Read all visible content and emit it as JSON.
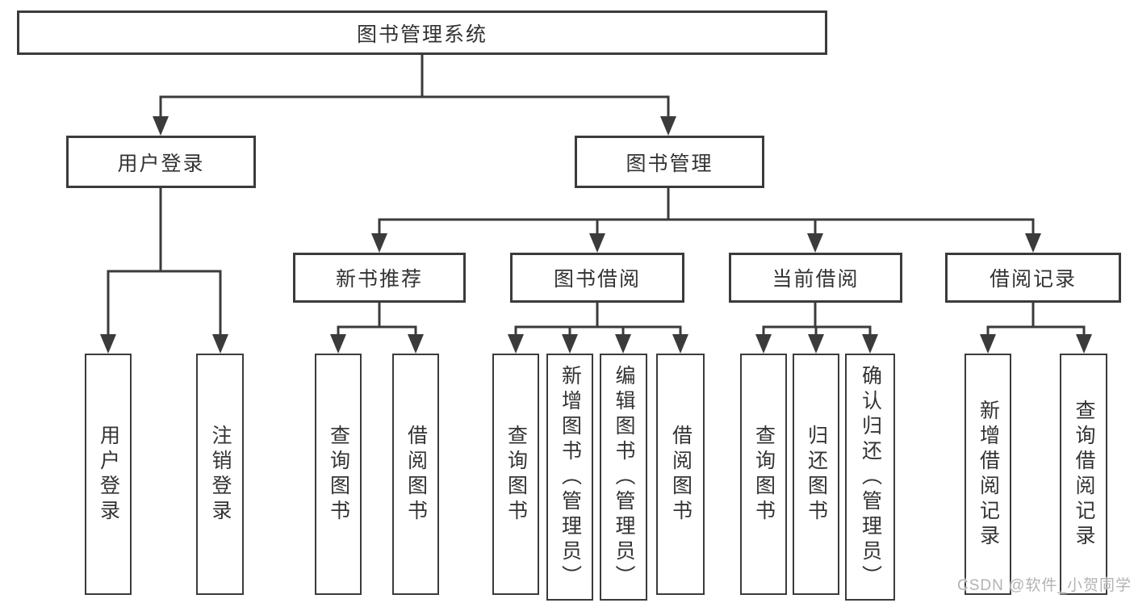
{
  "diagram": {
    "title": "图书管理系统",
    "level2": {
      "user_login": "用户登录",
      "book_mgmt": "图书管理"
    },
    "level3": {
      "new_books": "新书推荐",
      "book_borrow": "图书借阅",
      "current_borrow": "当前借阅",
      "borrow_records": "借阅记录"
    },
    "leaves": {
      "user_login": "用户登录",
      "logout": "注销登录",
      "nb_query_books": "查询图书",
      "nb_borrow_books": "借阅图书",
      "bb_query_books": "查询图书",
      "bb_add_books": "新增图书（管理员）",
      "bb_edit_books": "编辑图书（管理员）",
      "bb_borrow_books": "借阅图书",
      "cb_query_books": "查询图书",
      "cb_return_books": "归还图书",
      "cb_confirm_return": "确认归还（管理员）",
      "br_add_record": "新增借阅记录",
      "br_query_record": "查询借阅记录"
    }
  },
  "watermark": "CSDN @软件_小贺同学",
  "colors": {
    "line": "#3b3b3b",
    "text": "#333333",
    "watermark": "#b3b3b3",
    "background": "#ffffff"
  }
}
